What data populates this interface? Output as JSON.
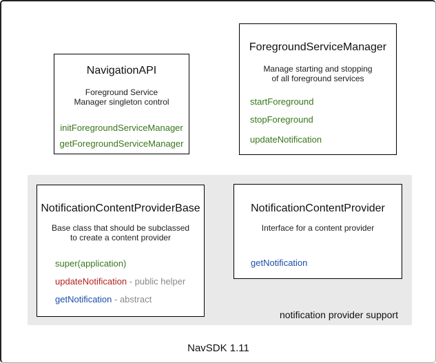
{
  "colors": {
    "green": "#38761d",
    "red": "#b22222",
    "blue": "#1a4fa8",
    "muted": "#888888",
    "panel-bg": "#e9e9e9",
    "text": "#1a1a1a"
  },
  "boxes": [
    {
      "title": "NavigationAPI",
      "description": [
        "Foreground Service",
        "Manager singleton control"
      ],
      "methods": [
        {
          "name": "initForegroundServiceManager",
          "color": "green",
          "suffix": ""
        },
        {
          "name": "getForegroundServiceManager",
          "color": "green",
          "suffix": ""
        }
      ]
    },
    {
      "title": "ForegroundServiceManager",
      "description": [
        "Manage starting and stopping",
        "of all foreground services"
      ],
      "methods": [
        {
          "name": "startForeground",
          "color": "green",
          "suffix": ""
        },
        {
          "name": "stopForeground",
          "color": "green",
          "suffix": ""
        },
        {
          "name": "updateNotification",
          "color": "green",
          "suffix": ""
        }
      ]
    },
    {
      "title": "NotificationContentProviderBase",
      "description": [
        "Base class that should be subclassed",
        "to create a content provider"
      ],
      "methods": [
        {
          "name": "super(application)",
          "color": "green",
          "suffix": ""
        },
        {
          "name": "updateNotification",
          "color": "red",
          "suffix": " - public helper"
        },
        {
          "name": "getNotification",
          "color": "blue",
          "suffix": " - abstract"
        }
      ]
    },
    {
      "title": "NotificationContentProvider",
      "description": [
        "Interface for a content provider"
      ],
      "methods": [
        {
          "name": "getNotification",
          "color": "blue",
          "suffix": ""
        }
      ]
    }
  ],
  "panel": {
    "caption": "notification provider support"
  },
  "footer": {
    "caption": "NavSDK 1.11"
  }
}
